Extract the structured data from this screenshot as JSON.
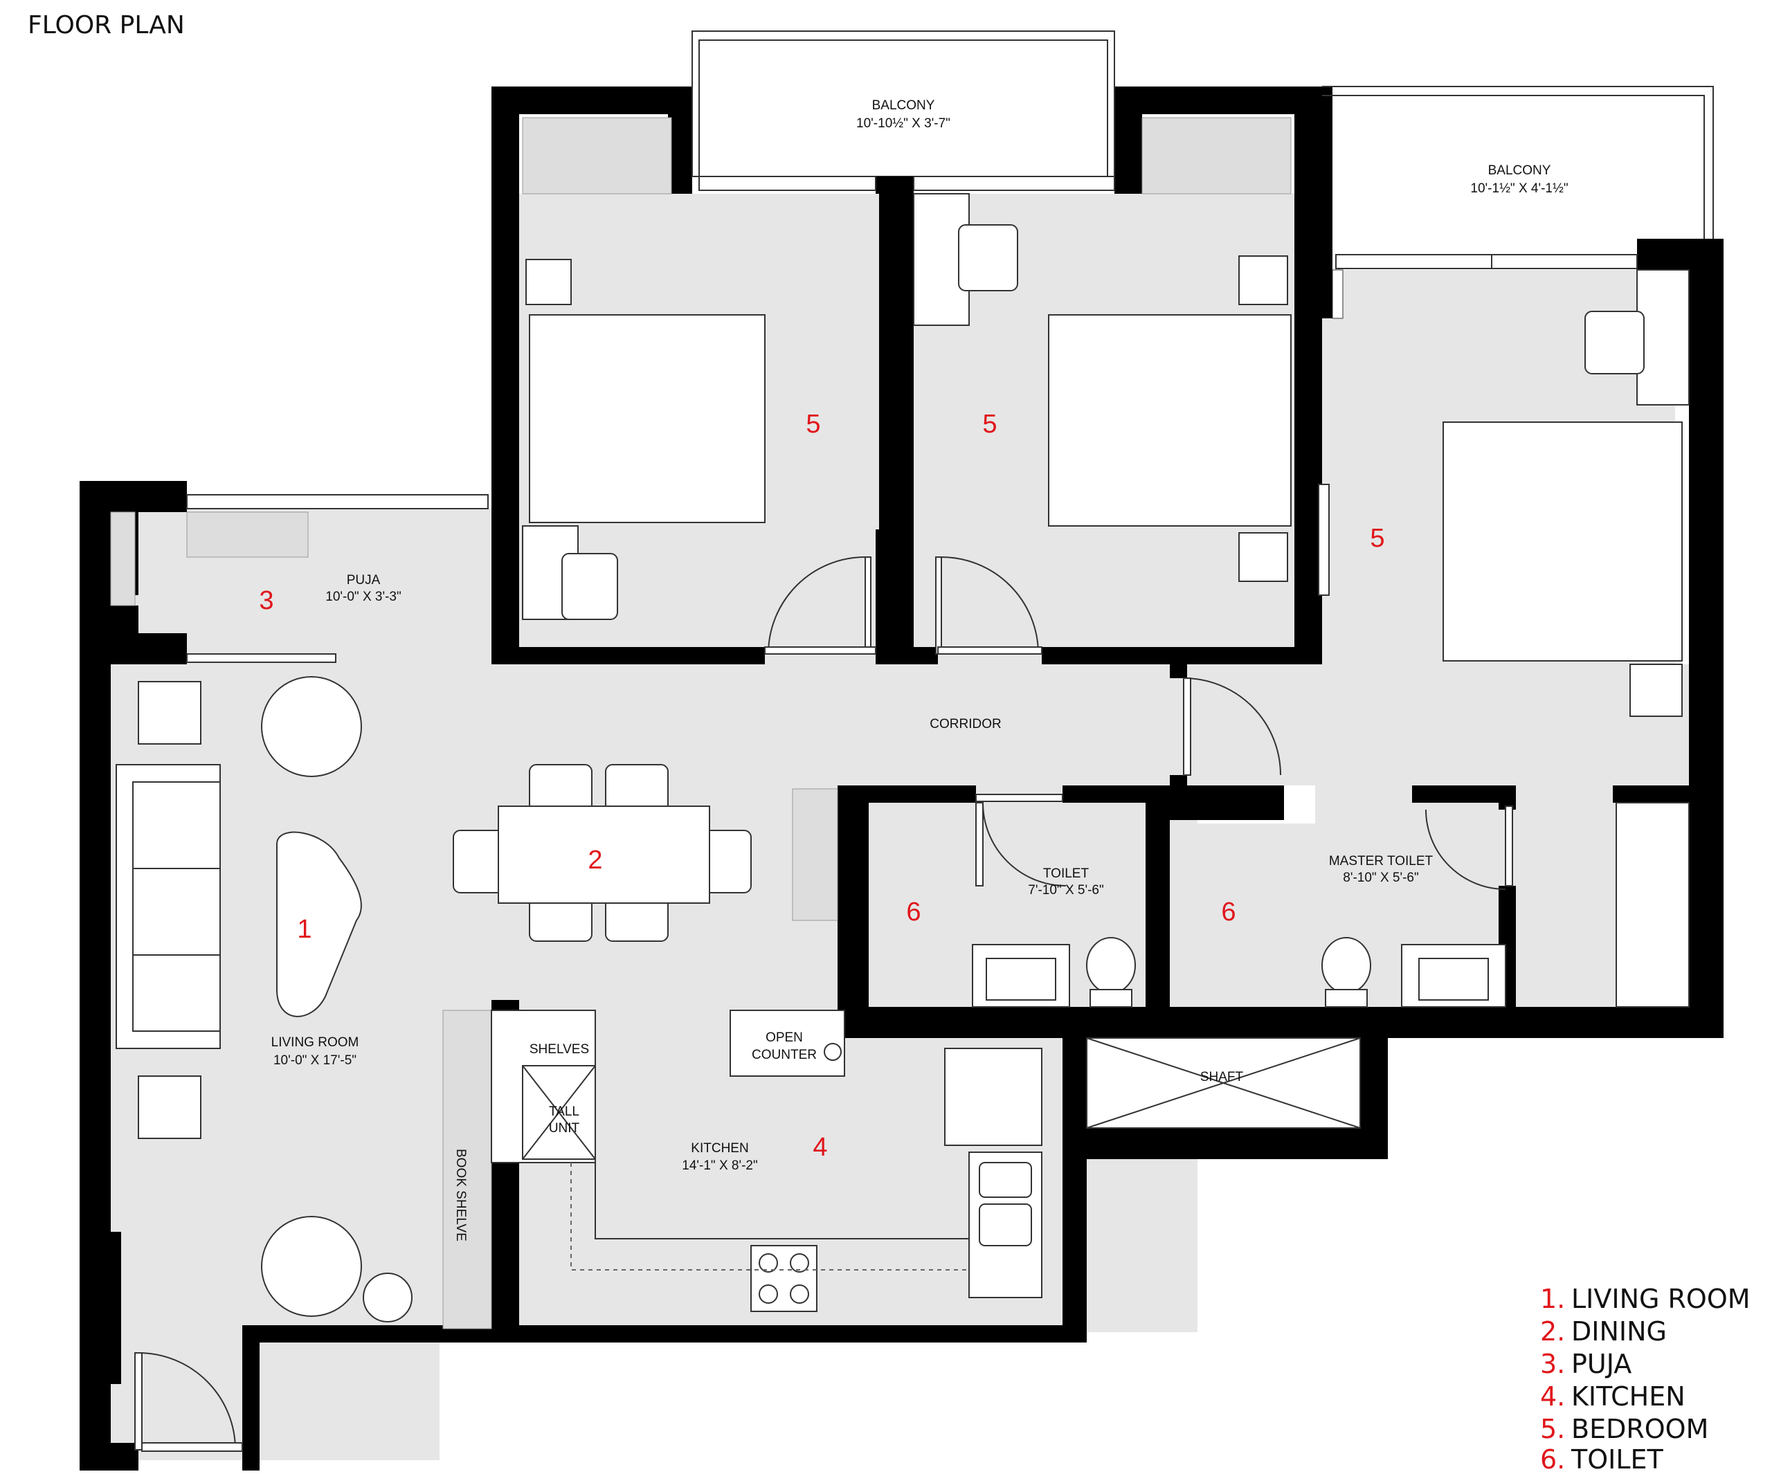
{
  "title": "FLOOR PLAN",
  "labels": {
    "balcony1_name": "BALCONY",
    "balcony1_dim": "10'-10½\" X 3'-7\"",
    "balcony2_name": "BALCONY",
    "balcony2_dim": "10'-1½\" X 4'-1½\"",
    "puja_name": "PUJA",
    "puja_dim": "10'-0\" X 3'-3\"",
    "corridor": "CORRIDOR",
    "toilet_name": "TOILET",
    "toilet_dim": "7'-10\" X 5'-6\"",
    "master_toilet_name": "MASTER TOILET",
    "master_toilet_dim": "8'-10\" X 5'-6\"",
    "living_name": "LIVING ROOM",
    "living_dim": "10'-0\" X 17'-5\"",
    "kitchen_name": "KITCHEN",
    "kitchen_dim": "14'-1\" X 8'-2\"",
    "shelves": "SHELVES",
    "tall_unit_1": "TALL",
    "tall_unit_2": "UNIT",
    "open_counter_1": "OPEN",
    "open_counter_2": "COUNTER",
    "shaft": "SHAFT",
    "book_shelve": "BOOK SHELVE"
  },
  "room_numbers": {
    "bedroom_a": "5",
    "bedroom_b": "5",
    "bedroom_c": "5",
    "puja": "3",
    "dining": "2",
    "living": "1",
    "toilet": "6",
    "master_toilet": "6",
    "kitchen": "4"
  },
  "legend": [
    {
      "num": "1.",
      "text": "LIVING ROOM"
    },
    {
      "num": "2.",
      "text": "DINING"
    },
    {
      "num": "3.",
      "text": "PUJA"
    },
    {
      "num": "4.",
      "text": "KITCHEN"
    },
    {
      "num": "5.",
      "text": "BEDROOM"
    },
    {
      "num": "6.",
      "text": "TOILET"
    }
  ],
  "colors": {
    "accent": "#e0161b",
    "wall": "#000000",
    "floor": "#e6e6e6"
  }
}
